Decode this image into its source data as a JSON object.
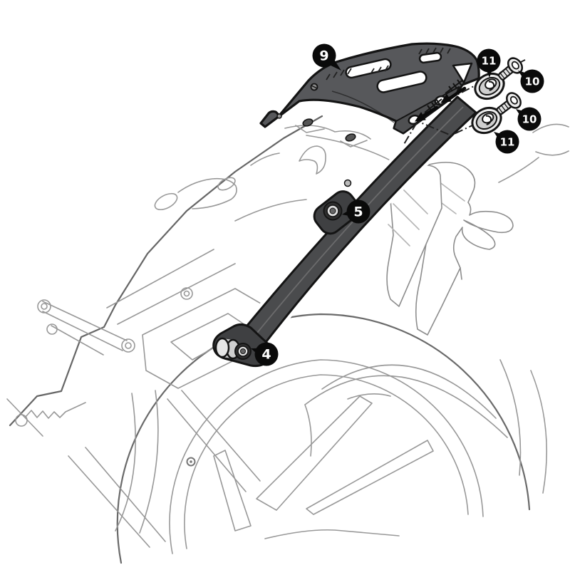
{
  "diagram": {
    "type": "exploded-parts-installation-diagram",
    "subject": "motorcycle-rear-luggage-rack-mounting",
    "background_color": "#ffffff",
    "colors": {
      "plate_fill": "#57585B",
      "plate_face_fill": "#4F5052",
      "arm_fill": "#4A4B4D",
      "bracket_fill": "#3F4042",
      "outline": "#141414",
      "line_art": "#989898",
      "silhouette": "#666666",
      "metal_light": "#ECECEC",
      "spacer_fill": "#CFCFCF",
      "balloon_fill": "#0A0A0A",
      "balloon_text": "#FFFFFF"
    },
    "callouts": [
      {
        "label": "9",
        "part": "rack-top-plate"
      },
      {
        "label": "11",
        "part": "washer-upper"
      },
      {
        "label": "10",
        "part": "screw-upper"
      },
      {
        "label": "10",
        "part": "screw-lower"
      },
      {
        "label": "11",
        "part": "washer-lower"
      },
      {
        "label": "5",
        "part": "arm-upper-mount-bolt"
      },
      {
        "label": "4",
        "part": "arm-lower-mount-bolt"
      }
    ]
  }
}
